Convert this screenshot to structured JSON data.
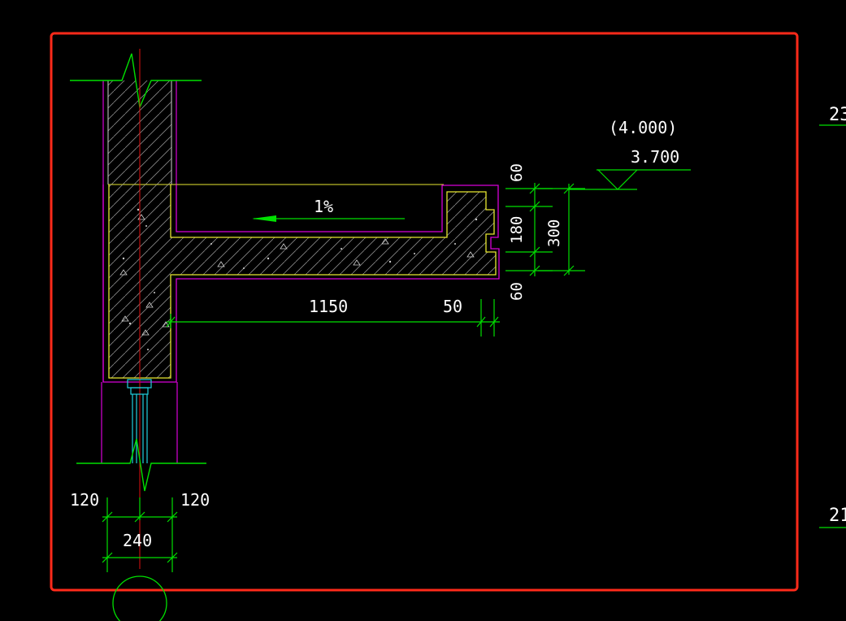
{
  "drawing": {
    "slope_label": "1%",
    "dim_overhang": "1150",
    "dim_lip": "50",
    "dim_top": "60",
    "dim_middle": "180",
    "dim_bottom": "60",
    "dim_total": "300",
    "dim_wall_left": "120",
    "dim_wall_right": "120",
    "dim_wall_total": "240",
    "elevation_structure": "(4.000)",
    "elevation_finish": "3.700",
    "edge_label_top": "23",
    "edge_label_bottom": "21"
  },
  "colors": {
    "frame": "#ff2a1a",
    "dimension": "#00e000",
    "finish_outline": "#d800d8",
    "concrete_outline": "#e8e830",
    "wall_axis": "#e01010",
    "window": "#20d0e0",
    "hatch": "#9a9a9a",
    "text": "#ffffff"
  }
}
